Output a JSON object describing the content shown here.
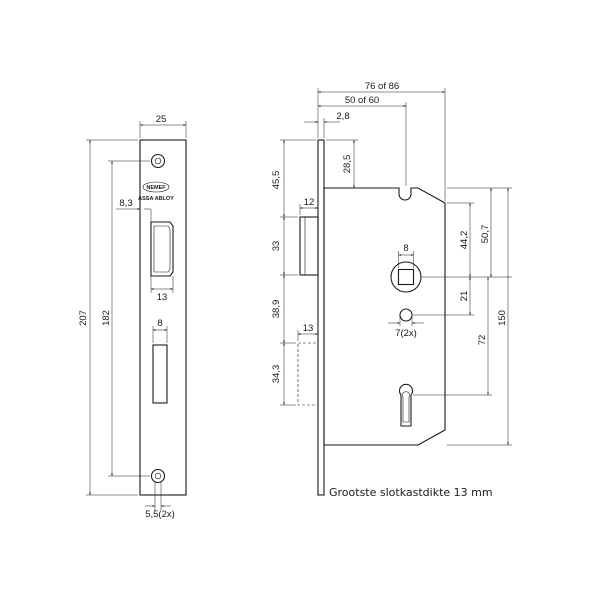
{
  "logo": {
    "brand": "NEMEF",
    "group": "ASSA ABLOY"
  },
  "front_view": {
    "width": "25",
    "total_height": "207",
    "screw_spacing": "182",
    "latch_offset": "8,3",
    "latch_width": "13",
    "bolt_width": "8",
    "screw_hole": "5,5(2x)"
  },
  "side_view": {
    "backset_total": "76 of 86",
    "backset": "50 of 60",
    "faceplate_thickness": "2,8",
    "top_offset": "45,5",
    "spindle_height": "28,5",
    "latch_projection": "12",
    "latch_height": "33",
    "gap": "38,9",
    "bolt_projection": "13",
    "bolt_height": "34,3",
    "spindle_square": "8",
    "spindle_to_case": "44,2",
    "spindle_to_top": "50,7",
    "center_distance": "21",
    "follower_hole": "7(2x)",
    "key_distance": "72",
    "case_height": "150"
  },
  "note": "Grootste slotkastdikte 13 mm"
}
